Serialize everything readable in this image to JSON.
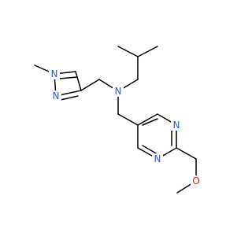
{
  "atom_labels": {
    "n_amine": "N",
    "n_pyrazole_1": "N",
    "n_pyrazole_2": "N",
    "n_pyrimidine_top": "N",
    "n_pyrimidine_bottom": "N",
    "o_ether": "O"
  },
  "colors": {
    "nitrogen": "#3050F8",
    "oxygen": "#FF0D0D",
    "bond": "#000000",
    "background": "#FFFFFF"
  }
}
